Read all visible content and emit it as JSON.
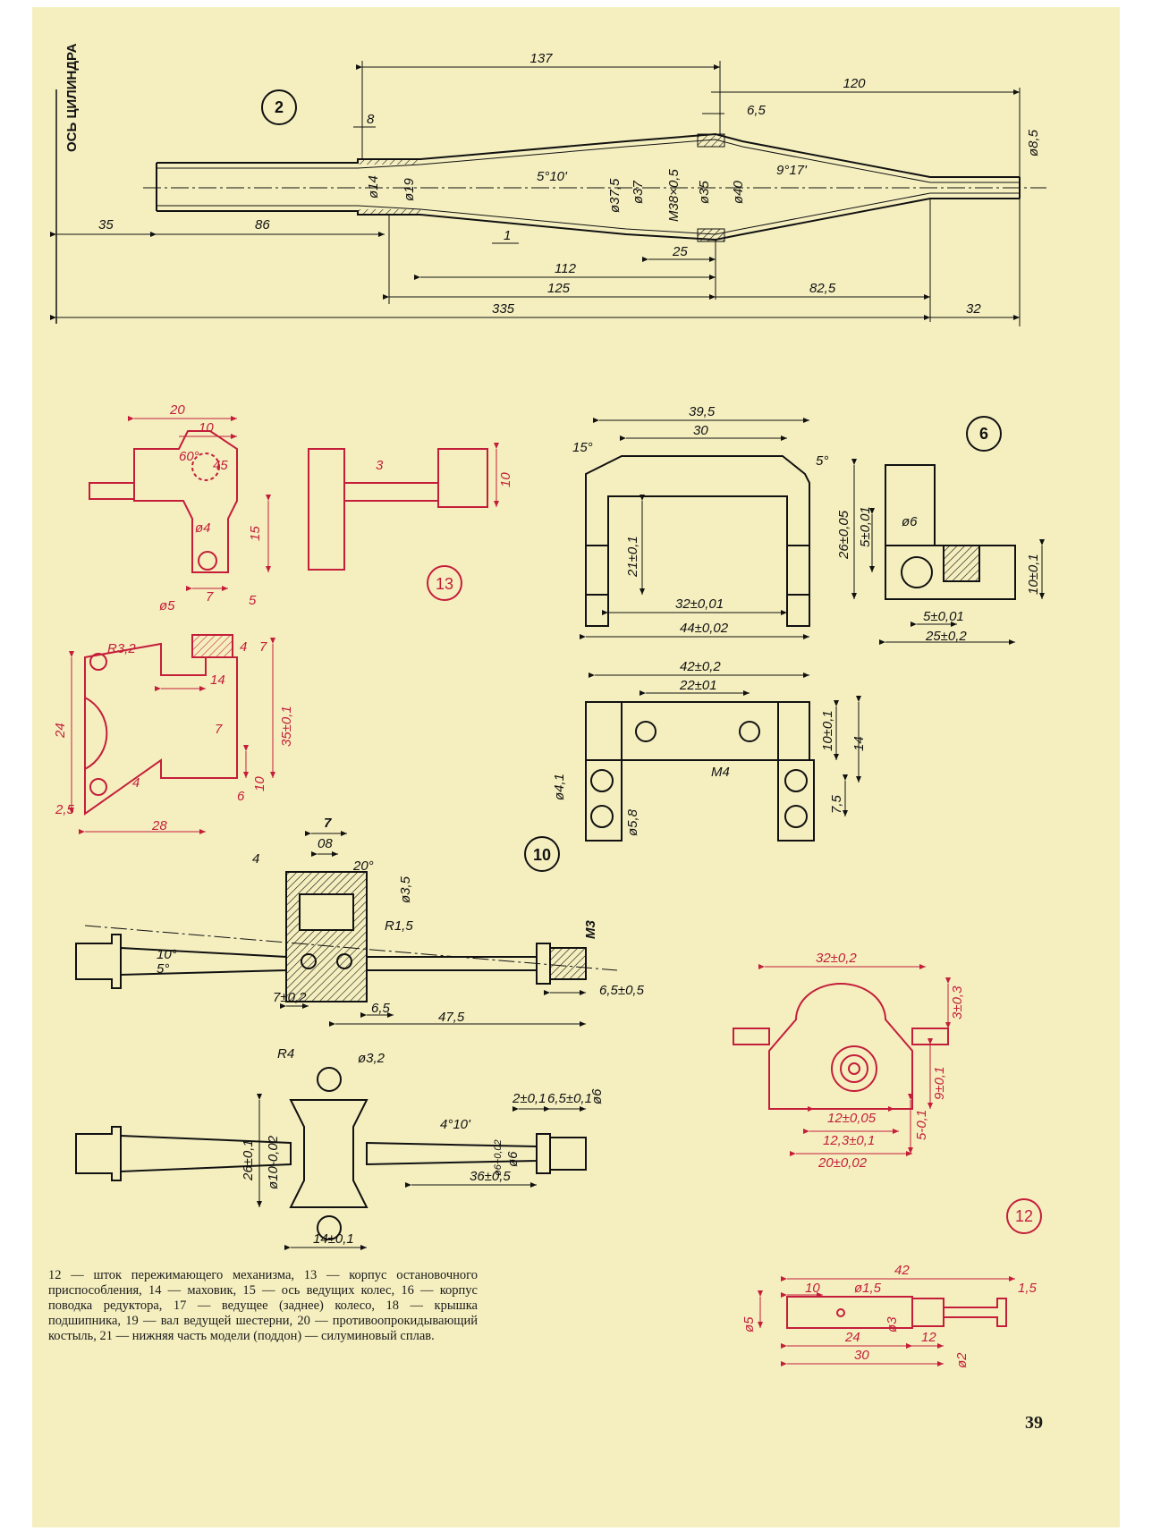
{
  "axis_label": "ОСЬ ЦИЛИНДРА",
  "page_number": "39",
  "caption": "12 — шток пережимающего механизма, 13 — корпус остановочного приспособления, 14 — маховик, 15 — ось ведущих колес, 16 — корпус поводка редуктора, 17 — ведущее (заднее) колесо, 18 — крышка подшипника, 19 — вал ведущей шестерни, 20 — противоопрокидывающий костыль, 21 — нижняя часть модели (поддон) — силуминовый сплав.",
  "callouts": {
    "c2": "2",
    "c6": "6",
    "c10": "10",
    "c12": "12",
    "c13": "13"
  },
  "colors": {
    "paper": "#f5efc0",
    "ink": "#111111",
    "red": "#c41e3a"
  },
  "part2": {
    "d137": "137",
    "d120": "120",
    "d8": "8",
    "d6_5": "6,5",
    "d8_5": "ø8,5",
    "d14": "ø14",
    "d19": "ø19",
    "a5": "5°10'",
    "d37_5": "ø37,5",
    "d37": "ø37",
    "m38": "M38×0,5",
    "d35": "ø35",
    "d40": "ø40",
    "a9": "9°17'",
    "l35": "35",
    "l86": "86",
    "l1": "1",
    "l25": "25",
    "l112": "112",
    "l125": "125",
    "l82_5": "82,5",
    "l335": "335",
    "l32": "32"
  },
  "part13": {
    "d20": "20",
    "d10": "10",
    "a60": "60°",
    "a45": "45",
    "d4": "ø4",
    "d15": "15",
    "d7": "7",
    "d3": "3",
    "d10b": "10",
    "d5": "ø5",
    "d5b": "5",
    "r3_2": "R3,2",
    "d4b": "4",
    "d7b": "7",
    "d14": "14",
    "d24": "24",
    "d35": "35±0,1",
    "d7c": "7",
    "d4c": "4",
    "d6": "6",
    "d10c": "10",
    "d2_5": "2,5",
    "d28": "28"
  },
  "part6": {
    "d39_5": "39,5",
    "d30": "30",
    "a15": "15°",
    "a5": "5°",
    "d21": "21±0,1",
    "d32": "32±0,01",
    "d44": "44±0,02",
    "d26": "26±0,05",
    "d5": "5±0,01",
    "d6": "ø6",
    "d10": "10±0,1",
    "d5b": "5±0,01",
    "d25": "25±0,2"
  },
  "part10": {
    "d42": "42±0,2",
    "d22": "22±01",
    "d10": "10±0,1",
    "d14": "14",
    "d4_1": "ø4,1",
    "d5_8": "ø5,8",
    "m4": "M4",
    "d7_5": "7,5"
  },
  "part14": {
    "d7": "7",
    "d08": "08",
    "d4": "4",
    "a20": "20°",
    "d3_5": "ø3,5",
    "r1_5": "R1,5",
    "m3": "M3",
    "a10": "10°",
    "a5": "5°",
    "d7_2": "7±0,2",
    "d6_5": "6,5",
    "d47_5": "47,5",
    "d6_5b": "6,5±0,5"
  },
  "part15": {
    "r4": "R4",
    "d3_2": "ø3,2",
    "d2": "2±0,1",
    "d6_5": "6,5±0,1",
    "d6": "ø6",
    "a4": "4°10'",
    "d26": "26±0,1",
    "d10": "ø10-0,02",
    "d6b": "ø6+0,02",
    "d6c": "ø6",
    "d36": "36±0,5",
    "d14": "14±0,1"
  },
  "part12": {
    "d32": "32±0,2",
    "d3": "3±0,3",
    "d9": "9±0,1",
    "d12": "12±0,05",
    "d12_3": "12,3±0,1",
    "d20": "20±0,02",
    "d5": "5-0,1"
  },
  "part12b": {
    "d42": "42",
    "d10": "10",
    "d1_5": "ø1,5",
    "d1_5b": "1,5",
    "d5": "ø5",
    "d3": "ø3",
    "d24": "24",
    "d12": "12",
    "d30": "30",
    "d2": "ø2"
  }
}
